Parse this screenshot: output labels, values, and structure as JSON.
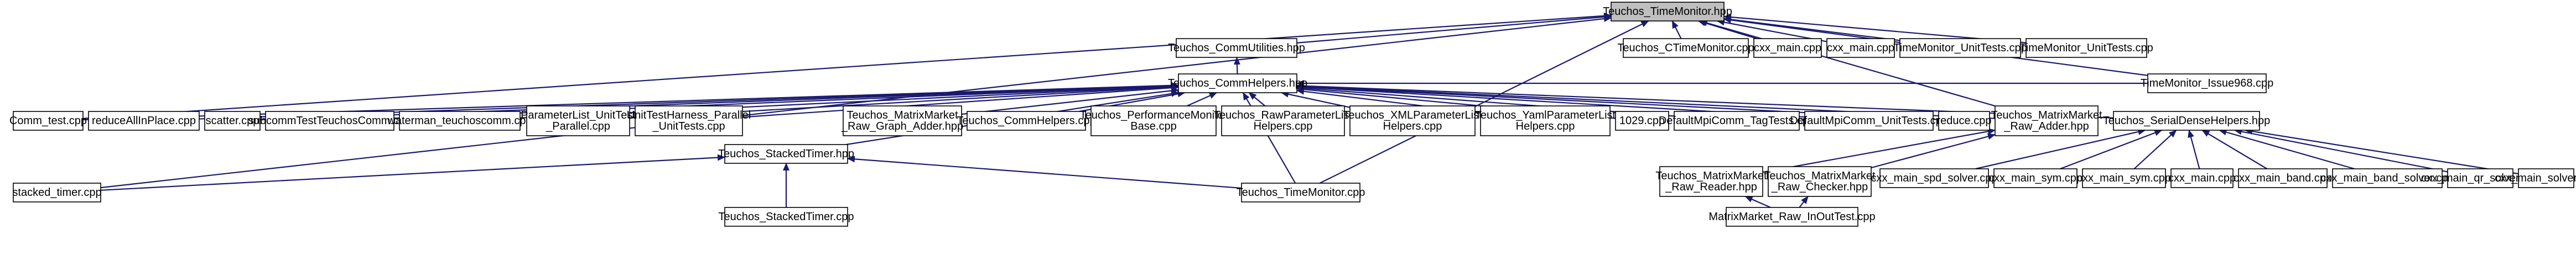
{
  "diagram": {
    "type": "include-dependency-graph",
    "nodes": [
      {
        "id": "timemonitor_hpp",
        "lines": [
          "Teuchos_TimeMonitor.hpp"
        ],
        "root": true
      },
      {
        "id": "ctimemonitor_cpp",
        "lines": [
          "Teuchos_CTimeMonitor.cpp"
        ]
      },
      {
        "id": "cxx_main_cpp_1",
        "lines": [
          "cxx_main.cpp"
        ]
      },
      {
        "id": "cxx_main_cpp_2",
        "lines": [
          "cxx_main.cpp"
        ]
      },
      {
        "id": "tm_unittests_cpp_1",
        "lines": [
          "TimeMonitor_UnitTests.cpp"
        ]
      },
      {
        "id": "tm_unittests_cpp_2",
        "lines": [
          "TimeMonitor_UnitTests.cpp"
        ]
      },
      {
        "id": "commutilities_hpp",
        "lines": [
          "Teuchos_CommUtilities.hpp"
        ]
      },
      {
        "id": "commhelpers_hpp",
        "lines": [
          "Teuchos_CommHelpers.hpp"
        ]
      },
      {
        "id": "comm_test_cpp",
        "lines": [
          "Comm_test.cpp"
        ]
      },
      {
        "id": "reduceallinplace_cpp",
        "lines": [
          "reduceAllInPlace.cpp"
        ]
      },
      {
        "id": "scatter_cpp",
        "lines": [
          "scatter.cpp"
        ]
      },
      {
        "id": "subcommtest_cpp",
        "lines": [
          "subcommTestTeuchosComm.cpp"
        ]
      },
      {
        "id": "waterman_cpp",
        "lines": [
          "waterman_teuchoscomm.cpp"
        ]
      },
      {
        "id": "paramlist_unittest_cpp",
        "lines": [
          "ParameterList_UnitTest",
          "_Parallel.cpp"
        ]
      },
      {
        "id": "unittestharness_cpp",
        "lines": [
          "UnitTestHarness_Parallel",
          "_UnitTests.cpp"
        ]
      },
      {
        "id": "stackedtimer_hpp",
        "lines": [
          "Teuchos_StackedTimer.hpp"
        ]
      },
      {
        "id": "mm_graph_adder_hpp",
        "lines": [
          "Teuchos_MatrixMarket",
          "_Raw_Graph_Adder.hpp"
        ]
      },
      {
        "id": "commhelpers_cpp",
        "lines": [
          "Teuchos_CommHelpers.cpp"
        ]
      },
      {
        "id": "perfmonitorbase_cpp",
        "lines": [
          "Teuchos_PerformanceMonitor",
          "Base.cpp"
        ]
      },
      {
        "id": "rawparamlisthelpers_cpp",
        "lines": [
          "Teuchos_RawParameterList",
          "Helpers.cpp"
        ]
      },
      {
        "id": "xmlparamlisthelpers_cpp",
        "lines": [
          "Teuchos_XMLParameterList",
          "Helpers.cpp"
        ]
      },
      {
        "id": "yamlparamlisthelpers_cpp",
        "lines": [
          "Teuchos_YamlParameterList",
          "Helpers.cpp"
        ]
      },
      {
        "id": "n1029_cpp",
        "lines": [
          "1029.cpp"
        ]
      },
      {
        "id": "defaultmpicomm_tagtests_cpp",
        "lines": [
          "DefaultMpiComm_TagTests.cpp"
        ]
      },
      {
        "id": "defaultmpicomm_unittests_cpp",
        "lines": [
          "DefaultMpiComm_UnitTests.cpp"
        ]
      },
      {
        "id": "reduce_cpp",
        "lines": [
          "reduce.cpp"
        ]
      },
      {
        "id": "mm_raw_adder_hpp",
        "lines": [
          "Teuchos_MatrixMarket",
          "_Raw_Adder.hpp"
        ]
      },
      {
        "id": "serialdensehelpers_hpp",
        "lines": [
          "Teuchos_SerialDenseHelpers.hpp"
        ]
      },
      {
        "id": "tm_issue_cpp",
        "lines": [
          "TimeMonitor_Issue968.cpp"
        ]
      },
      {
        "id": "stacked_timer_cpp",
        "lines": [
          "stacked_timer.cpp"
        ]
      },
      {
        "id": "stackedtimer_cpp",
        "lines": [
          "Teuchos_StackedTimer.cpp"
        ]
      },
      {
        "id": "timemonitor_cpp",
        "lines": [
          "Teuchos_TimeMonitor.cpp"
        ]
      },
      {
        "id": "mm_raw_reader_hpp",
        "lines": [
          "Teuchos_MatrixMarket",
          "_Raw_Reader.hpp"
        ]
      },
      {
        "id": "mm_raw_checker_hpp",
        "lines": [
          "Teuchos_MatrixMarket",
          "_Raw_Checker.hpp"
        ]
      },
      {
        "id": "cxx_main_spd_solver_cpp",
        "lines": [
          "cxx_main_spd_solver.cpp"
        ]
      },
      {
        "id": "cxx_main_sym_cpp_1",
        "lines": [
          "cxx_main_sym.cpp"
        ]
      },
      {
        "id": "cxx_main_sym_cpp_2",
        "lines": [
          "cxx_main_sym.cpp"
        ]
      },
      {
        "id": "cxx_main_cpp_3",
        "lines": [
          "cxx_main.cpp"
        ]
      },
      {
        "id": "cxx_main_band_cpp",
        "lines": [
          "cxx_main_band.cpp"
        ]
      },
      {
        "id": "cxx_main_band_solver_cpp",
        "lines": [
          "cxx_main_band_solver.cpp"
        ]
      },
      {
        "id": "cxx_main_qr_solver_cpp",
        "lines": [
          "cxx_main_qr_solver.cpp"
        ]
      },
      {
        "id": "cxx_main_solver_cpp",
        "lines": [
          "cxx_main_solver.cpp"
        ]
      },
      {
        "id": "mm_raw_inouttest_cpp",
        "lines": [
          "MatrixMarket_Raw_InOutTest.cpp"
        ]
      }
    ],
    "edges": [
      [
        "ctimemonitor_cpp",
        "timemonitor_hpp"
      ],
      [
        "cxx_main_cpp_1",
        "timemonitor_hpp"
      ],
      [
        "cxx_main_cpp_2",
        "timemonitor_hpp"
      ],
      [
        "tm_unittests_cpp_1",
        "timemonitor_hpp"
      ],
      [
        "tm_unittests_cpp_2",
        "timemonitor_hpp"
      ],
      [
        "commutilities_hpp",
        "timemonitor_hpp"
      ],
      [
        "comm_test_cpp",
        "timemonitor_hpp"
      ],
      [
        "stacked_timer_cpp",
        "timemonitor_hpp"
      ],
      [
        "tm_issue_cpp",
        "timemonitor_hpp"
      ],
      [
        "timemonitor_cpp",
        "timemonitor_hpp"
      ],
      [
        "mm_raw_adder_hpp",
        "timemonitor_hpp"
      ],
      [
        "commhelpers_hpp",
        "commutilities_hpp"
      ],
      [
        "comm_test_cpp",
        "commhelpers_hpp"
      ],
      [
        "reduceallinplace_cpp",
        "commhelpers_hpp"
      ],
      [
        "scatter_cpp",
        "commhelpers_hpp"
      ],
      [
        "subcommtest_cpp",
        "commhelpers_hpp"
      ],
      [
        "waterman_cpp",
        "commhelpers_hpp"
      ],
      [
        "paramlist_unittest_cpp",
        "commhelpers_hpp"
      ],
      [
        "unittestharness_cpp",
        "commhelpers_hpp"
      ],
      [
        "stackedtimer_hpp",
        "commhelpers_hpp"
      ],
      [
        "mm_graph_adder_hpp",
        "commhelpers_hpp"
      ],
      [
        "commhelpers_cpp",
        "commhelpers_hpp"
      ],
      [
        "perfmonitorbase_cpp",
        "commhelpers_hpp"
      ],
      [
        "rawparamlisthelpers_cpp",
        "commhelpers_hpp"
      ],
      [
        "xmlparamlisthelpers_cpp",
        "commhelpers_hpp"
      ],
      [
        "yamlparamlisthelpers_cpp",
        "commhelpers_hpp"
      ],
      [
        "n1029_cpp",
        "commhelpers_hpp"
      ],
      [
        "defaultmpicomm_tagtests_cpp",
        "commhelpers_hpp"
      ],
      [
        "defaultmpicomm_unittests_cpp",
        "commhelpers_hpp"
      ],
      [
        "reduce_cpp",
        "commhelpers_hpp"
      ],
      [
        "mm_raw_adder_hpp",
        "commhelpers_hpp"
      ],
      [
        "serialdensehelpers_hpp",
        "commhelpers_hpp"
      ],
      [
        "tm_issue_cpp",
        "commhelpers_hpp"
      ],
      [
        "timemonitor_cpp",
        "commhelpers_hpp"
      ],
      [
        "stacked_timer_cpp",
        "stackedtimer_hpp"
      ],
      [
        "stackedtimer_cpp",
        "stackedtimer_hpp"
      ],
      [
        "timemonitor_cpp",
        "stackedtimer_hpp"
      ],
      [
        "mm_raw_reader_hpp",
        "mm_raw_adder_hpp"
      ],
      [
        "mm_raw_checker_hpp",
        "mm_raw_adder_hpp"
      ],
      [
        "cxx_main_spd_solver_cpp",
        "serialdensehelpers_hpp"
      ],
      [
        "cxx_main_sym_cpp_1",
        "serialdensehelpers_hpp"
      ],
      [
        "cxx_main_sym_cpp_2",
        "serialdensehelpers_hpp"
      ],
      [
        "cxx_main_cpp_3",
        "serialdensehelpers_hpp"
      ],
      [
        "cxx_main_band_cpp",
        "serialdensehelpers_hpp"
      ],
      [
        "cxx_main_band_solver_cpp",
        "serialdensehelpers_hpp"
      ],
      [
        "cxx_main_qr_solver_cpp",
        "serialdensehelpers_hpp"
      ],
      [
        "cxx_main_solver_cpp",
        "serialdensehelpers_hpp"
      ],
      [
        "mm_raw_inouttest_cpp",
        "mm_raw_reader_hpp"
      ],
      [
        "mm_raw_inouttest_cpp",
        "mm_raw_checker_hpp"
      ]
    ]
  }
}
